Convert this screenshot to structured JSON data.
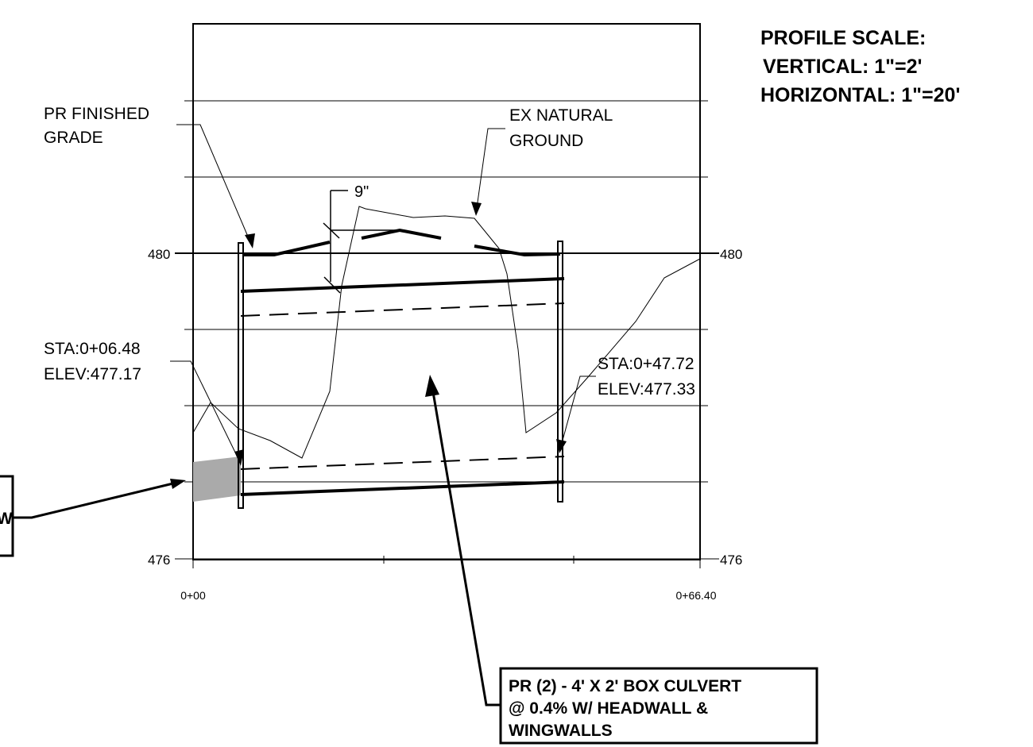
{
  "scale_note": {
    "title": "PROFILE SCALE:",
    "vertical": "VERTICAL: 1\"=2'",
    "horizontal": "HORIZONTAL: 1\"=20'"
  },
  "callouts": {
    "finished_grade": [
      "PR FINISHED",
      "GRADE"
    ],
    "natural_ground": [
      "EX NATURAL",
      "GROUND"
    ],
    "cover_depth": "9\"",
    "inlet": [
      "STA:0+06.48",
      "ELEV:477.17"
    ],
    "outlet": [
      "STA:0+47.72",
      "ELEV:477.33"
    ],
    "culvert": [
      "PR (2) - 4' X 2' BOX CULVERT",
      "@ 0.4% W/ HEADWALL &",
      "WINGWALLS"
    ],
    "left_box_partial": "W"
  },
  "axes": {
    "elevation_labels": [
      "480",
      "476"
    ],
    "station_labels": [
      "0+00",
      "0+66.40"
    ]
  }
}
